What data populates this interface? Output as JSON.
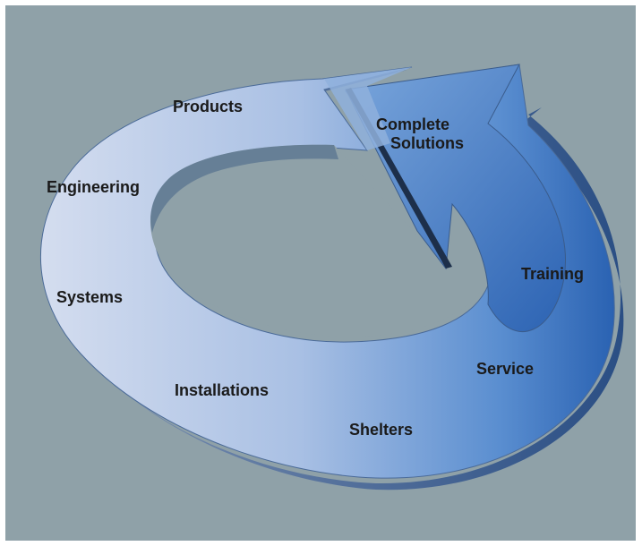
{
  "colors": {
    "background": "#8fa1a8",
    "ring_light": "#c9d6ea",
    "ring_dark": "#2f66b4",
    "ring_edge": "#3d5f8e",
    "text": "#1a1a1a"
  },
  "labels": {
    "products": "Products",
    "complete_1": "Complete",
    "complete_2": "Solutions",
    "engineering": "Engineering",
    "systems": "Systems",
    "installations": "Installations",
    "shelters": "Shelters",
    "service": "Service",
    "training": "Training"
  }
}
